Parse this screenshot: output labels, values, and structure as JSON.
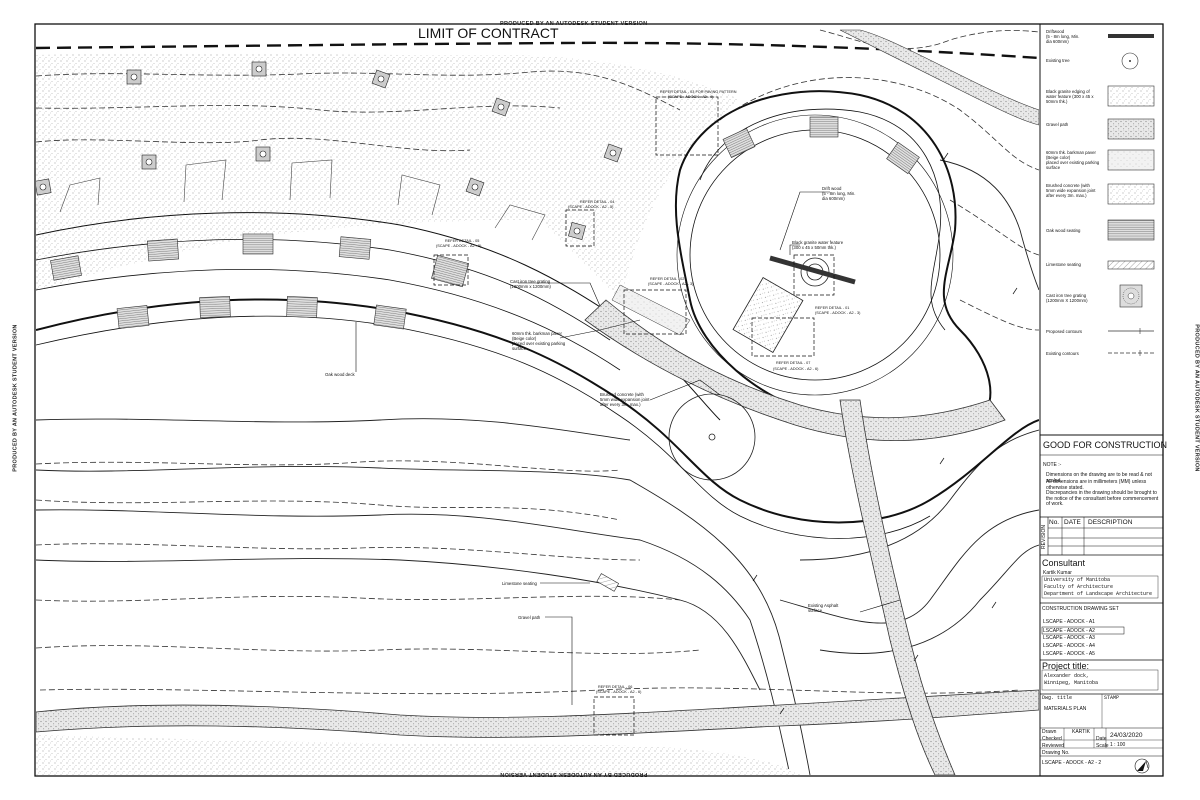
{
  "header": {
    "limit_of_contract": "LIMIT OF CONTRACT"
  },
  "watermark": "PRODUCED BY AN AUTODESK STUDENT VERSION",
  "plan_labels": {
    "oak_wood_deck": "Oak wood deck",
    "barkman_paver": "60mm thk. barkman paver\n(Beige color)\nplaced over existing parking\nsurface",
    "cast_iron_grating": "Cast iron tree grating\n(1200mm x 1200mm)",
    "brushed_concrete": "Brushed concrete (with\n5mm wide expansion joint\nafter every 3m. max.)",
    "drift_wood": "Drift wood\n(5 - 8m long, Min.\ndia 600mm)",
    "granite_water_feature": "Black granite water feature\n(300 x 45 x 50mm thk.)",
    "limestone_seating": "Limestone seating",
    "gravel_path": "Gravel path",
    "existing_asphalt": "Existing Asphalt\nsurface"
  },
  "detail_refs": [
    {
      "title": "REFER DETAIL - 03 FOR PAVING PATTERN",
      "sheet": "(SCAPE - ADOCK - A2 - 4)"
    },
    {
      "title": "REFER DETAIL - 04",
      "sheet": "(SCAPE - ADOCK - A2 - 5)"
    },
    {
      "title": "REFER DETAIL - 05",
      "sheet": "(SCAPE - ADOCK - A2 - 5)"
    },
    {
      "title": "REFER DETAIL - 02",
      "sheet": "(SCAPE - ADOCK - A2 - 3)"
    },
    {
      "title": "REFER DETAIL - 01",
      "sheet": "(SCAPE - ADOCK - A2 - 3)"
    },
    {
      "title": "REFER DETAIL - 07",
      "sheet": "(SCAPE - ADOCK - A2 - 6)"
    },
    {
      "title": "REFER DETAIL - 06",
      "sheet": "(SCAPE - ADOCK - A2 - 6)"
    }
  ],
  "legend": [
    {
      "label": "Driftwood\n(5 - 8m long, Min.\ndia 600mm)",
      "swatch": "driftwood"
    },
    {
      "label": "Existing tree",
      "swatch": "tree"
    },
    {
      "label": "Black granite edging of\nwater feature (300 x 45 x\n50mm thk.)",
      "swatch": "dots"
    },
    {
      "label": "Gravel path",
      "swatch": "gravel"
    },
    {
      "label": "60mm thk. barkman paver\n(Beige color)\nplaced over existing parking\nsurface",
      "swatch": "dots"
    },
    {
      "label": "Brushed concrete (with\n5mm wide expansion joint\nafter every 3m. max.)",
      "swatch": "stipple"
    },
    {
      "label": "Oak wood seating",
      "swatch": "lines"
    },
    {
      "label": "Limestone seating",
      "swatch": "hatch"
    },
    {
      "label": "Cast iron tree grating\n(1200mm X 1200mm)",
      "swatch": "grating"
    },
    {
      "label": "Proposed contours",
      "swatch": "solid-line"
    },
    {
      "label": "Existing contours",
      "swatch": "dash-line"
    }
  ],
  "title_block": {
    "status": "GOOD FOR CONSTRUCTION",
    "note_title": "NOTE :-",
    "notes": [
      "Dimensions on the drawing are to be read & not scaled.",
      "All dimensions are in millimeters (MM) unless otherwise stated.",
      "Discrepancies in the drawing should be brought to the notice of the consultant before commencement of work."
    ],
    "revision_label": "REVISION",
    "rev_headers": [
      "No.",
      "DATE",
      "DESCRIPTION"
    ],
    "consultant_label": "Consultant",
    "consultant_name": "Kartik Kumar",
    "institution": [
      "University of Manitoba",
      "Faculty of Architecture",
      "Department of Landscape Architecture"
    ],
    "set_title": "CONSTRUCTION DRAWING SET",
    "sheets": [
      "LSCAPE - ADOCK - A1",
      "LSCAPE - ADOCK - A2",
      "LSCAPE - ADOCK - A3",
      "LSCAPE - ADOCK - A4",
      "LSCAPE - ADOCK - A5"
    ],
    "current_sheet_index": 1,
    "project_label": "Project title:",
    "project_title": [
      "Alexander dock,",
      "Winnipeg, Manitoba"
    ],
    "dwg_title_label": "Dwg. title",
    "stamp_label": "STAMP",
    "drawing_title": "MATERIALS PLAN",
    "drawn_label": "Drawn",
    "drawn_value": "KARTIK",
    "checked_label": "Checked",
    "date_label": "Date",
    "date_value": "24/03/2020",
    "reviewed_label": "Reviewed",
    "scale_label": "Scale",
    "scale_value": "1 : 100",
    "drawing_no_label": "Drawing No.",
    "drawing_no": "LSCAPE - ADOCK - A2 - 2"
  }
}
